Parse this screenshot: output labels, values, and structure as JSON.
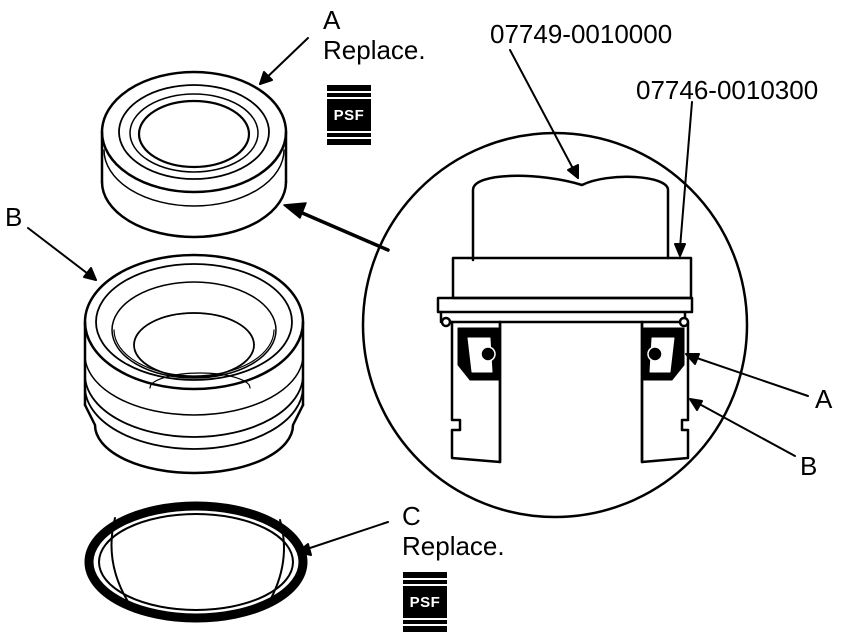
{
  "labels": {
    "a_left": "A",
    "a_replace": "Replace.",
    "b_left": "B",
    "c": "C",
    "c_replace": "Replace.",
    "tool_1": "07749-0010000",
    "tool_2": "07746-0010300",
    "a_right": "A",
    "b_right": "B"
  },
  "badges": {
    "psf_top": "PSF",
    "psf_bottom": "PSF"
  }
}
